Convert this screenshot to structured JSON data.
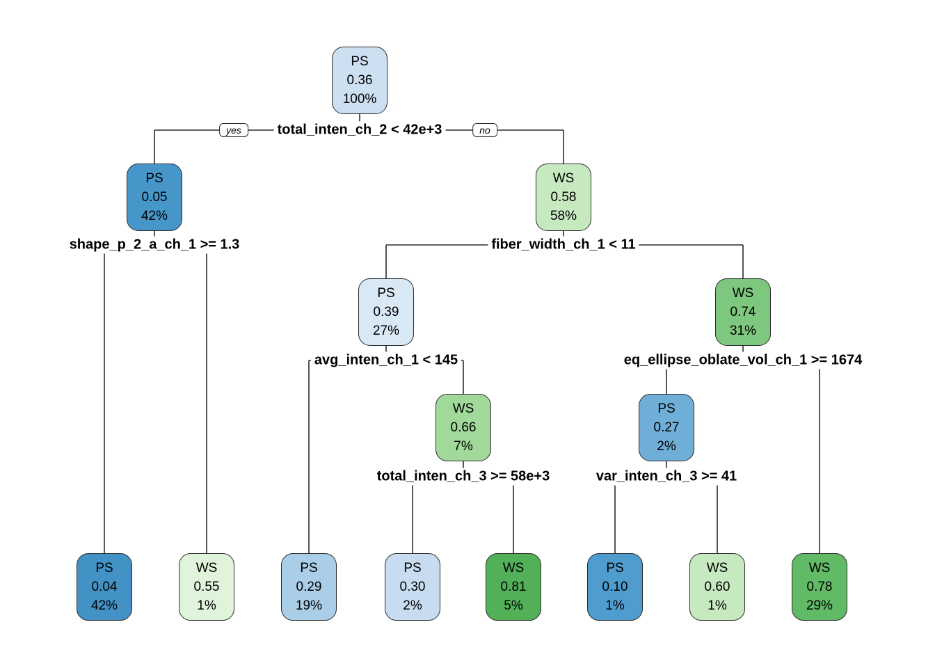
{
  "diagram_type": "decision-tree",
  "edge_labels": {
    "yes": "yes",
    "no": "no"
  },
  "line_color": "#2b2b2b",
  "nodes": [
    {
      "id": "n1",
      "class": "PS",
      "prob": "0.36",
      "pct": "100%",
      "color": "#CDE0F1"
    },
    {
      "id": "n2",
      "class": "PS",
      "prob": "0.05",
      "pct": "42%",
      "color": "#4796CA"
    },
    {
      "id": "n3",
      "class": "WS",
      "prob": "0.58",
      "pct": "58%",
      "color": "#C7E9C0"
    },
    {
      "id": "n4",
      "class": "PS",
      "prob": "0.39",
      "pct": "27%",
      "color": "#D9E8F5"
    },
    {
      "id": "n5",
      "class": "WS",
      "prob": "0.74",
      "pct": "31%",
      "color": "#7EC77E"
    },
    {
      "id": "n6",
      "class": "WS",
      "prob": "0.66",
      "pct": "7%",
      "color": "#A1D99B"
    },
    {
      "id": "n7",
      "class": "PS",
      "prob": "0.27",
      "pct": "2%",
      "color": "#6FAED7"
    },
    {
      "id": "n8",
      "class": "PS",
      "prob": "0.04",
      "pct": "42%",
      "color": "#4292C6"
    },
    {
      "id": "n9",
      "class": "WS",
      "prob": "0.55",
      "pct": "1%",
      "color": "#E0F3DB"
    },
    {
      "id": "n10",
      "class": "PS",
      "prob": "0.29",
      "pct": "19%",
      "color": "#ABCEE8"
    },
    {
      "id": "n11",
      "class": "PS",
      "prob": "0.30",
      "pct": "2%",
      "color": "#C7DCF0"
    },
    {
      "id": "n12",
      "class": "WS",
      "prob": "0.81",
      "pct": "5%",
      "color": "#52B158"
    },
    {
      "id": "n13",
      "class": "PS",
      "prob": "0.10",
      "pct": "1%",
      "color": "#4F9CCE"
    },
    {
      "id": "n14",
      "class": "WS",
      "prob": "0.60",
      "pct": "1%",
      "color": "#C7E9C0"
    },
    {
      "id": "n15",
      "class": "WS",
      "prob": "0.78",
      "pct": "29%",
      "color": "#60BA66"
    }
  ],
  "splits": [
    {
      "id": "s1",
      "label": "total_inten_ch_2 < 42e+3",
      "parent": "n1",
      "left": "n2",
      "right": "n3"
    },
    {
      "id": "s2",
      "label": "shape_p_2_a_ch_1 >= 1.3",
      "parent": "n2",
      "left": "n8",
      "right": "n9"
    },
    {
      "id": "s3",
      "label": "fiber_width_ch_1 < 11",
      "parent": "n3",
      "left": "n4",
      "right": "n5"
    },
    {
      "id": "s4",
      "label": "avg_inten_ch_1 < 145",
      "parent": "n4",
      "left": "n10",
      "right": "n6"
    },
    {
      "id": "s5",
      "label": "eq_ellipse_oblate_vol_ch_1 >= 1674",
      "parent": "n5",
      "left": "n7",
      "right": "n15"
    },
    {
      "id": "s6",
      "label": "total_inten_ch_3 >= 58e+3",
      "parent": "n6",
      "left": "n11",
      "right": "n12"
    },
    {
      "id": "s7",
      "label": "var_inten_ch_3 >= 41",
      "parent": "n7",
      "left": "n13",
      "right": "n14"
    }
  ]
}
